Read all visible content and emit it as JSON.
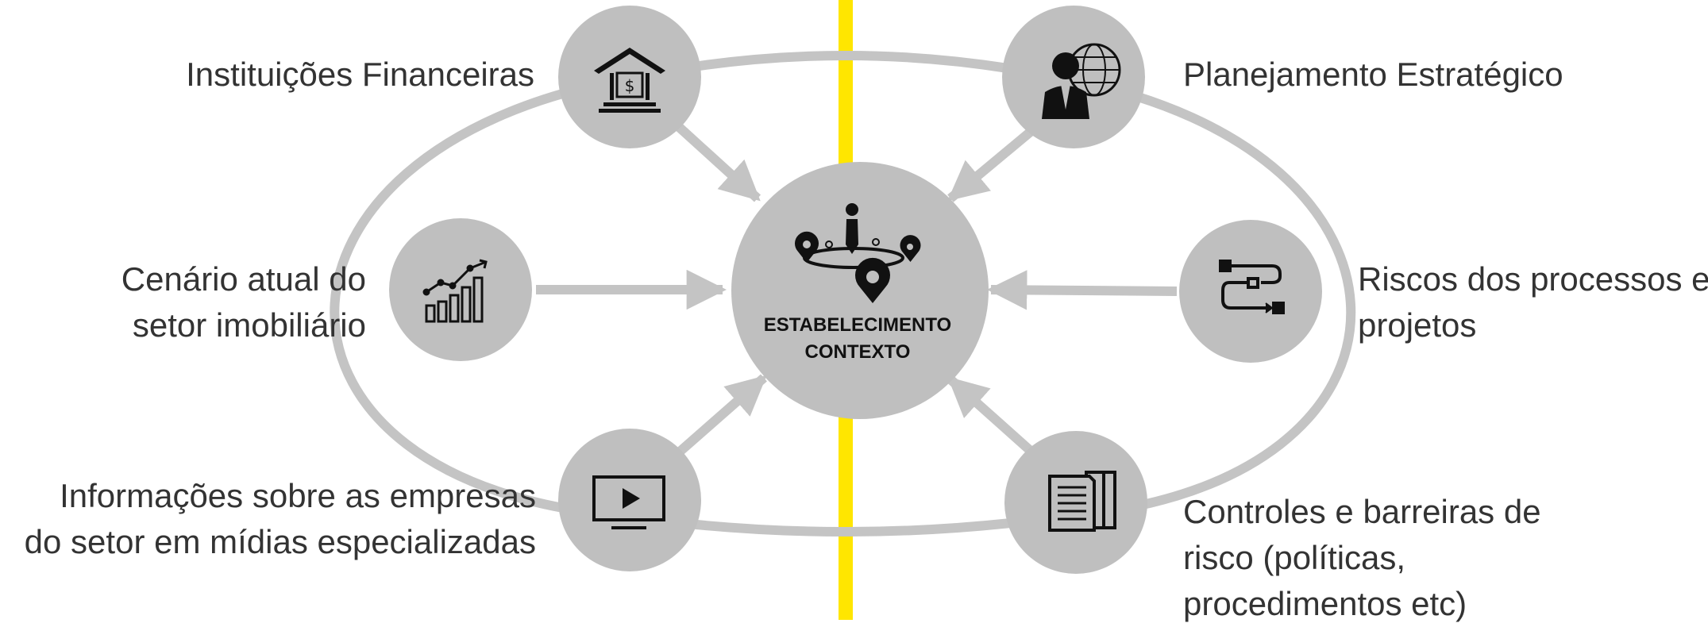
{
  "colors": {
    "background": "#ffffff",
    "divider_line": "#ffe600",
    "node_fill": "#bfbfbf",
    "connector": "#c4c4c4",
    "icon": "#111111",
    "label_text": "#333333"
  },
  "center": {
    "title_line1": "ESTABELECIMENTO",
    "title_line2": "CONTEXTO",
    "icon": "person-map-pins-icon"
  },
  "nodes": [
    {
      "id": "instituicoes",
      "icon": "bank-icon",
      "lines": [
        "Instituições Financeiras"
      ]
    },
    {
      "id": "cenario",
      "icon": "growth-chart-icon",
      "lines": [
        "Cenário atual  do",
        "setor imobiliário"
      ]
    },
    {
      "id": "informacoes",
      "icon": "video-player-icon",
      "lines": [
        "Informações sobre as empresas",
        "do setor em mídias especializadas"
      ]
    },
    {
      "id": "planejamento",
      "icon": "businessman-globe-icon",
      "lines": [
        "Planejamento Estratégico"
      ]
    },
    {
      "id": "riscos",
      "icon": "process-flow-icon",
      "lines": [
        "Riscos dos processos e",
        "projetos"
      ]
    },
    {
      "id": "controles",
      "icon": "documents-icon",
      "lines": [
        "Controles e barreiras de",
        "risco (políticas,",
        "procedimentos etc)"
      ]
    }
  ]
}
